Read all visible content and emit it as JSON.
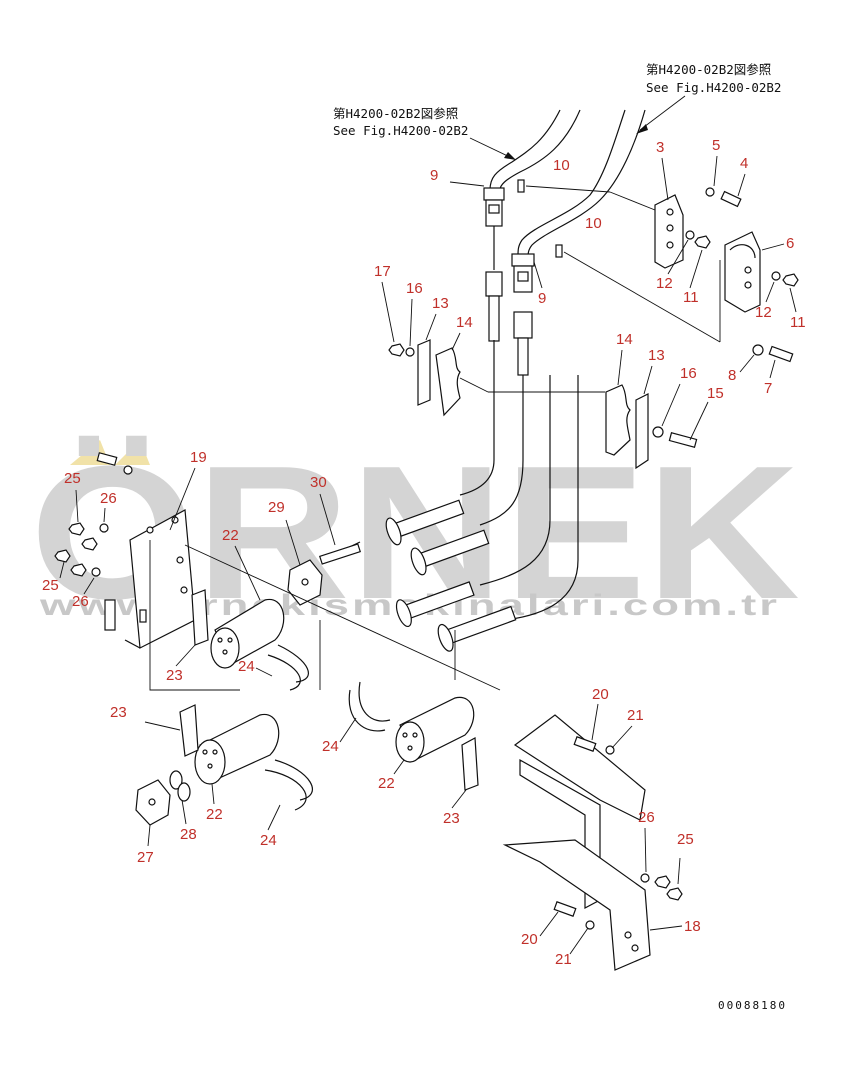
{
  "references": {
    "right": {
      "line1": "第H4200-02B2図参照",
      "line2": "See Fig.H4200-02B2"
    },
    "left": {
      "line1": "第H4200-02B2図参照",
      "line2": "See Fig.H4200-02B2"
    }
  },
  "callouts": [
    "3",
    "4",
    "5",
    "6",
    "7",
    "8",
    "9",
    "9",
    "10",
    "10",
    "11",
    "11",
    "12",
    "12",
    "13",
    "13",
    "14",
    "14",
    "15",
    "16",
    "16",
    "17",
    "18",
    "19",
    "20",
    "20",
    "21",
    "21",
    "22",
    "22",
    "22",
    "23",
    "23",
    "23",
    "24",
    "24",
    "24",
    "25",
    "25",
    "25",
    "26",
    "26",
    "26",
    "27",
    "28",
    "29",
    "30"
  ],
  "drawing_code": "00088180",
  "watermark": {
    "main": "ÖRNEK",
    "sub": "www.ornekismakinalari.com.tr"
  },
  "colors": {
    "callout": "#c0302a",
    "line": "#111111",
    "watermark": "#d4d4d4",
    "accent": "#e8c860"
  }
}
